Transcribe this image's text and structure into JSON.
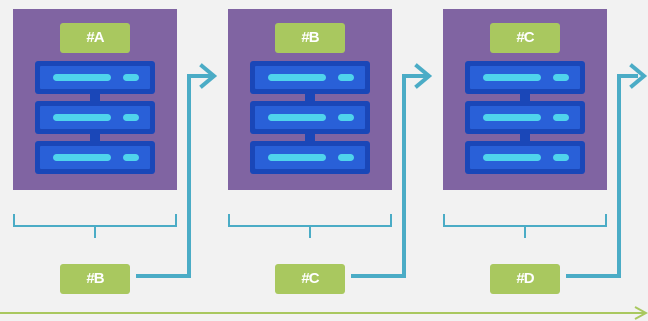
{
  "stages": [
    {
      "server_label": "#A",
      "next_label": "#B"
    },
    {
      "server_label": "#B",
      "next_label": "#C"
    },
    {
      "server_label": "#C",
      "next_label": "#D"
    }
  ],
  "colors": {
    "background": "#f2f2f2",
    "panel": "#8064a2",
    "tag": "#a9c85f",
    "tag_text": "#ffffff",
    "server_frame": "#1a47b8",
    "server_unit": "#2960d8",
    "server_light": "#4fd4ec",
    "connector": "#4bacc6",
    "timeline": "#a9c85f"
  }
}
